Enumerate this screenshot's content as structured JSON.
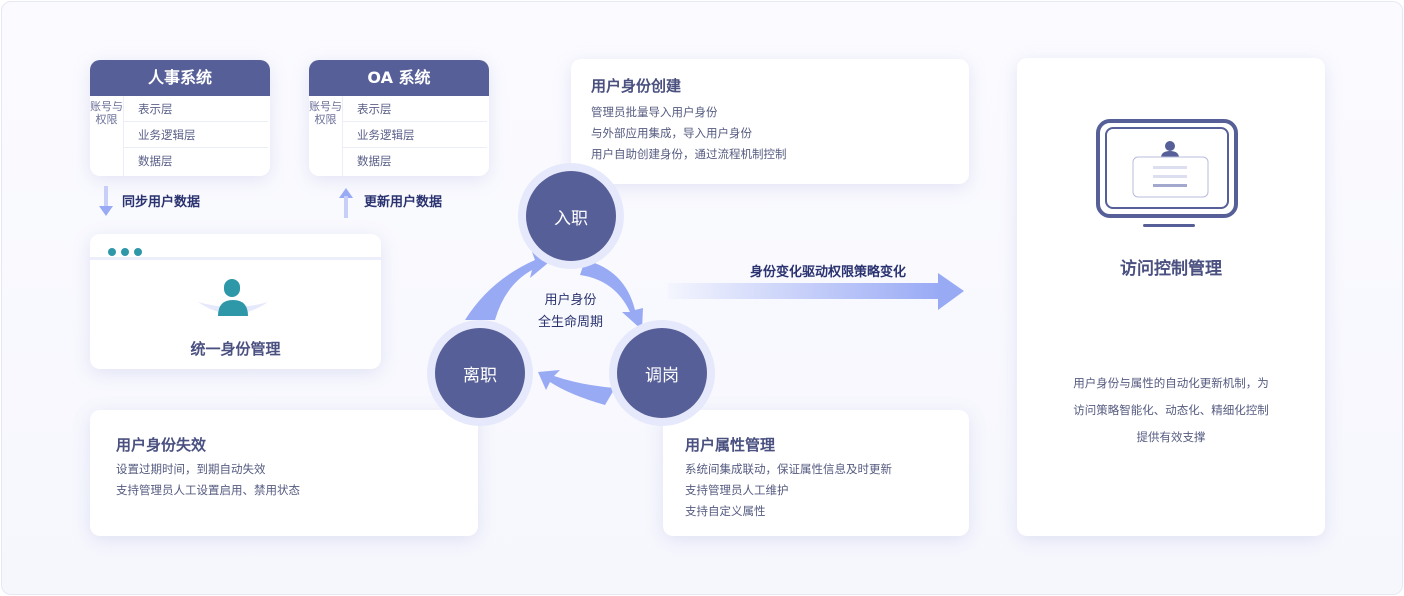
{
  "systems": [
    {
      "title": "人事系统",
      "side": "账号与权限",
      "rows": [
        "表示层",
        "业务逻辑层",
        "数据层"
      ]
    },
    {
      "title": "OA 系统",
      "side": "账号与权限",
      "rows": [
        "表示层",
        "业务逻辑层",
        "数据层"
      ]
    }
  ],
  "sync_down": "同步用户数据",
  "sync_up": "更新用户数据",
  "unified": {
    "title": "统一身份管理"
  },
  "create": {
    "title": "用户身份创建",
    "lines": [
      "管理员批量导入用户身份",
      "与外部应用集成，导入用户身份",
      "用户自助创建身份，通过流程机制控制"
    ]
  },
  "expire": {
    "title": "用户身份失效",
    "lines": [
      "设置过期时间，到期自动失效",
      "支持管理员人工设置启用、禁用状态"
    ]
  },
  "attr": {
    "title": "用户属性管理",
    "lines": [
      "系统间集成联动，保证属性信息及时更新",
      "支持管理员人工维护",
      "支持自定义属性"
    ]
  },
  "cycle": {
    "center": [
      "用户身份",
      "全生命周期"
    ],
    "onboard": "入职",
    "leave": "离职",
    "transfer": "调岗"
  },
  "drive_label": "身份变化驱动权限策略变化",
  "access": {
    "title": "访问控制管理",
    "lines": [
      "用户身份与属性的自动化更新机制，为",
      "访问策略智能化、动态化、精细化控制",
      "提供有效支撑"
    ]
  },
  "colors": {
    "primary": "#565f97",
    "accent": "#99aaf5",
    "teal": "#2e98a8"
  }
}
